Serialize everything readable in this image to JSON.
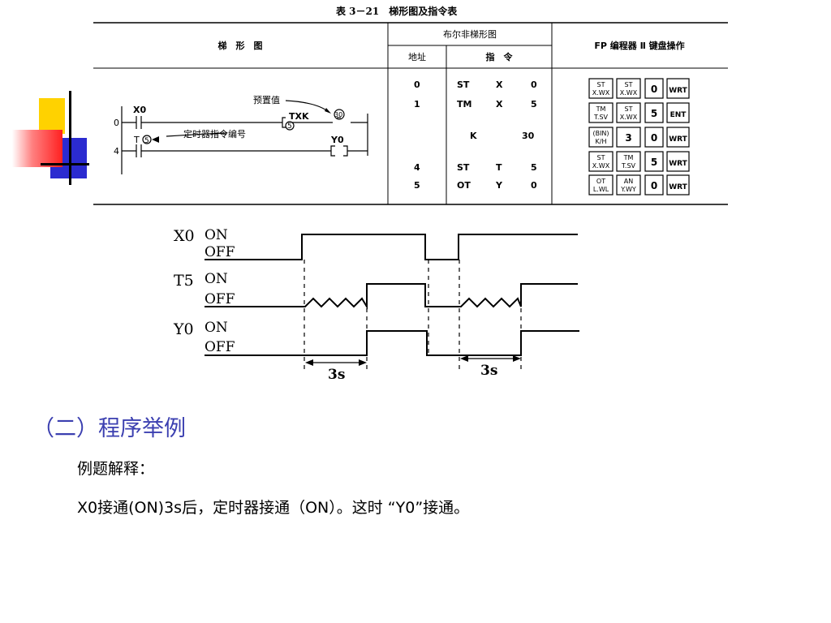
{
  "table": {
    "title": "表 3－21　梯形图及指令表",
    "headers": {
      "ladder": "梯　形　图",
      "boolean_ladder": "布尔非梯形图",
      "address": "地址",
      "instruction": "指　令",
      "fp_keyboard": "FP 编程器 Ⅱ 键盘操作"
    },
    "ladder_labels": {
      "preset": "预置值",
      "txk": "TXK",
      "k_value": "30",
      "timer_num": "5",
      "timer_note": "定时器指令编号",
      "x0": "X0",
      "y0": "Y0",
      "t": "T",
      "rung0": "0",
      "rung4": "4"
    },
    "rows": [
      {
        "addr": "0",
        "op": "ST",
        "arg": "X",
        "val": "0"
      },
      {
        "addr": "1",
        "op": "TM",
        "arg": "X",
        "val": "5"
      },
      {
        "addr": "",
        "op": "K",
        "arg": "",
        "val": "30"
      },
      {
        "addr": "4",
        "op": "ST",
        "arg": "T",
        "val": "5"
      },
      {
        "addr": "5",
        "op": "OT",
        "arg": "Y",
        "val": "0"
      }
    ],
    "keys": [
      [
        "ST X.WX",
        "ST X.WX",
        "0",
        "WRT"
      ],
      [
        "TM T.SV",
        "ST X.WX",
        "5",
        "ENT"
      ],
      [
        "(BIN) K/H",
        "3",
        "0",
        "WRT"
      ],
      [
        "ST X.WX",
        "TM T.SV",
        "5",
        "WRT"
      ],
      [
        "OT L.WL",
        "AN Y.WY",
        "0",
        "WRT"
      ]
    ]
  },
  "timing": {
    "signals": [
      {
        "name": "X0",
        "on": "ON",
        "off": "OFF"
      },
      {
        "name": "T5",
        "on": "ON",
        "off": "OFF"
      },
      {
        "name": "Y0",
        "on": "ON",
        "off": "OFF"
      }
    ],
    "delay_labels": [
      "3s",
      "3s"
    ]
  },
  "section_title": "（二）程序举例",
  "example_label": "例题解释：",
  "explanation": "X0接通(ON)3s后，定时器接通（ON）。这时 “Y0”接通。",
  "colors": {
    "accent_blue": "#3b3fb0",
    "yellow": "#ffd200",
    "red": "#ff3a3a",
    "navy": "#2b2bd0"
  }
}
